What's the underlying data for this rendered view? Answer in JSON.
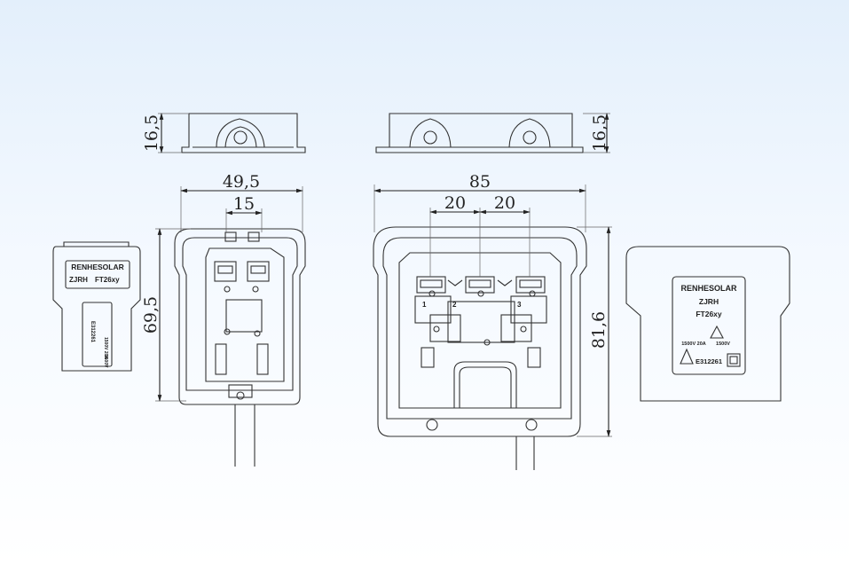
{
  "dimensions": {
    "left_top_height": "16,5",
    "right_top_height": "16,5",
    "left_width": "49,5",
    "left_pitch": "15",
    "left_height": "69,5",
    "right_width": "85",
    "right_pitch_1": "20",
    "right_pitch_2": "20",
    "right_height": "81,6"
  },
  "small_label": {
    "brand": "RENHESOLAR",
    "model_prefix": "ZJRH",
    "model": "FT26xy",
    "cert_number": "E312261",
    "rating_1": "1500V 20A",
    "rating_2": "1500V"
  },
  "large_label": {
    "brand": "RENHESOLAR",
    "model_prefix": "ZJRH",
    "model": "FT26xy",
    "rating_1": "1500V  20A",
    "rating_2": "1500V",
    "cert_number": "E312261"
  },
  "terminals": {
    "t1": "1",
    "t2": "2",
    "t3": "3"
  },
  "colors": {
    "line": "#333333",
    "background_top": "#e3effb"
  }
}
